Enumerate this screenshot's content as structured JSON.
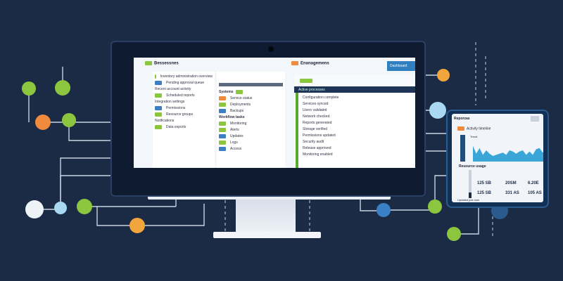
{
  "monitor": {
    "left_pane": {
      "title": "Bessessnes",
      "items": [
        "Inventory administration overview",
        "Pending approval queue",
        "Recent account activity",
        "Scheduled reports",
        "Integration settings",
        "Permissions",
        "Resource groups",
        "Notifications",
        "Data exports"
      ]
    },
    "middle_pane": {
      "section_a": "Systems",
      "section_b": "Workflow tasks",
      "items": [
        "Service status",
        "Deployments",
        "Backups",
        "Monitoring",
        "Alerts",
        "Updates",
        "Logs",
        "Access"
      ]
    },
    "right_pane": {
      "title": "Enanagemens",
      "button": "Dashboard",
      "banner": "Active processes",
      "checklist": [
        "Configuration complete",
        "Services synced",
        "Users validated",
        "Network checked",
        "Reports generated",
        "Storage verified",
        "Permissions updated",
        "Security audit",
        "Release approved",
        "Monitoring enabled"
      ]
    }
  },
  "tablet": {
    "title": "Reporzas",
    "chart_label": "Activity timeline",
    "chart_legend": "Trend",
    "section": "Resource usage",
    "kpis": [
      "125 SB",
      "20SM",
      "6.20E"
    ],
    "kpis2": [
      "125 SB",
      "331 AS",
      "105 AS"
    ],
    "footer": "Updated just now",
    "chart_values": [
      0.7,
      0.35,
      0.6,
      0.3,
      0.5,
      0.35,
      0.25,
      0.3,
      0.35,
      0.4,
      0.3,
      0.5,
      0.45,
      0.35,
      0.45,
      0.5,
      0.3,
      0.45,
      0.3,
      0.55,
      0.6,
      0.4,
      0.55
    ]
  },
  "colors": {
    "bg": "#1c2b45",
    "green": "#8cc63f",
    "orange": "#f08a3c",
    "lightblue": "#a9d8f2",
    "blue": "#3b7fc4"
  }
}
